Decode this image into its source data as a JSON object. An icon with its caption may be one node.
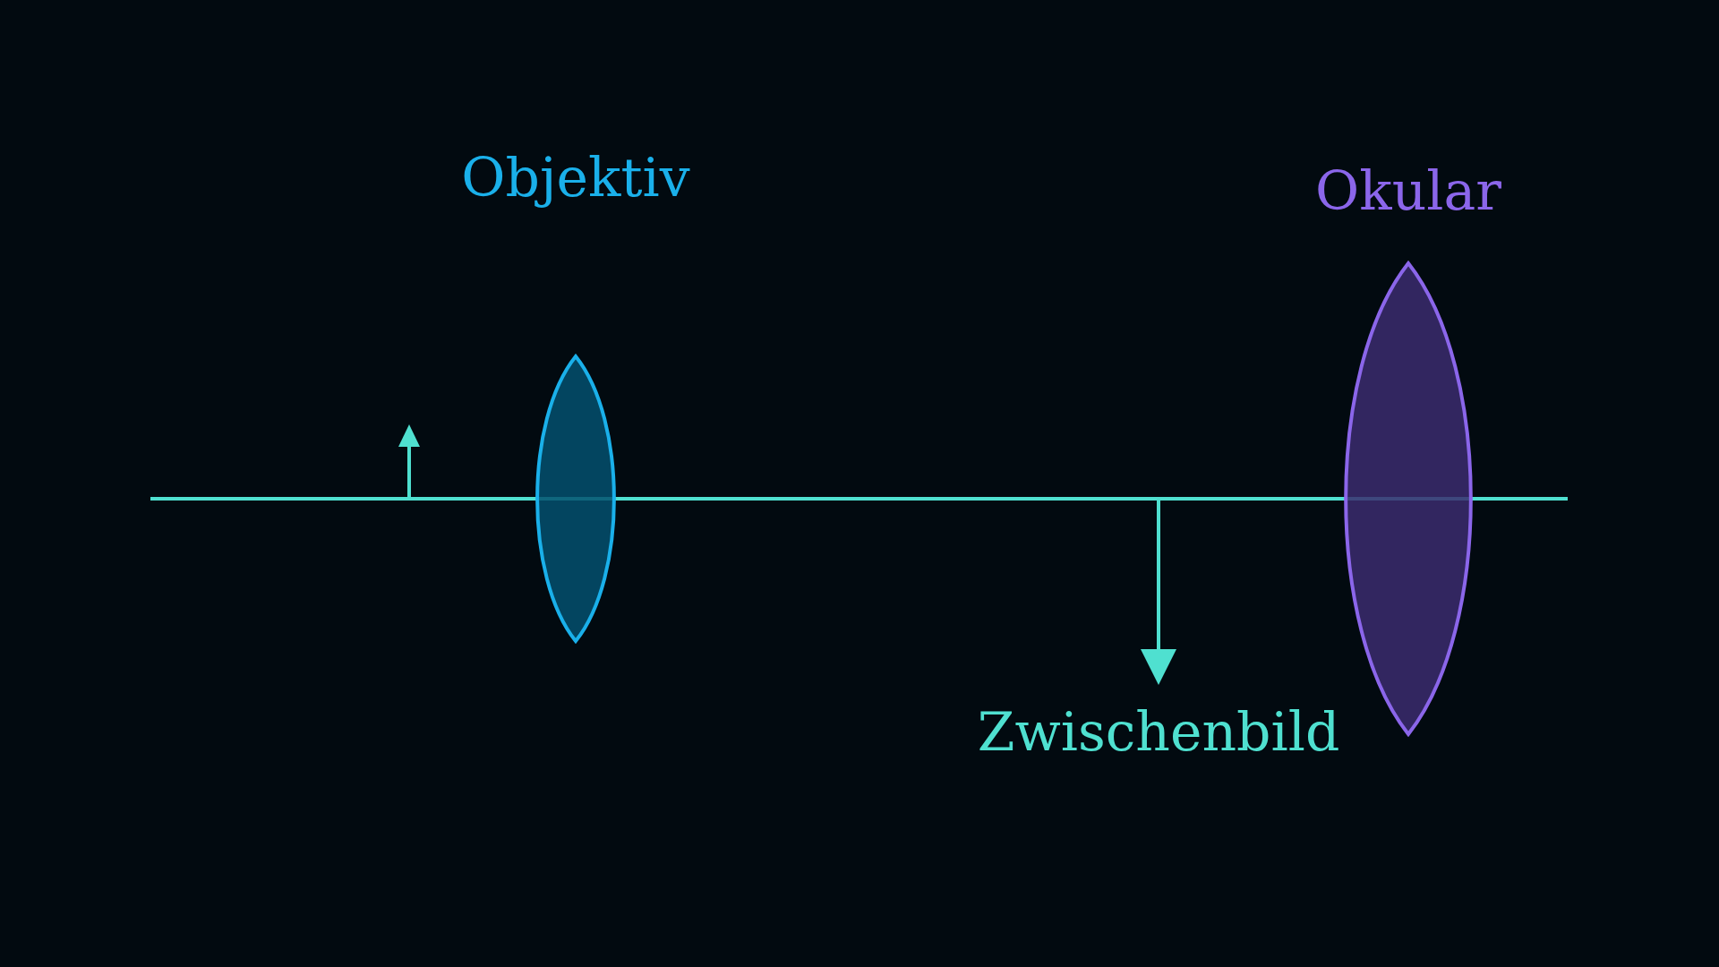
{
  "diagram": {
    "nodes": [
      {
        "text": [
          "Objektiv"
        ]
      },
      {
        "text": [
          "Okular"
        ]
      }
    ],
    "labels": [
      "Zwischenbild"
    ]
  }
}
